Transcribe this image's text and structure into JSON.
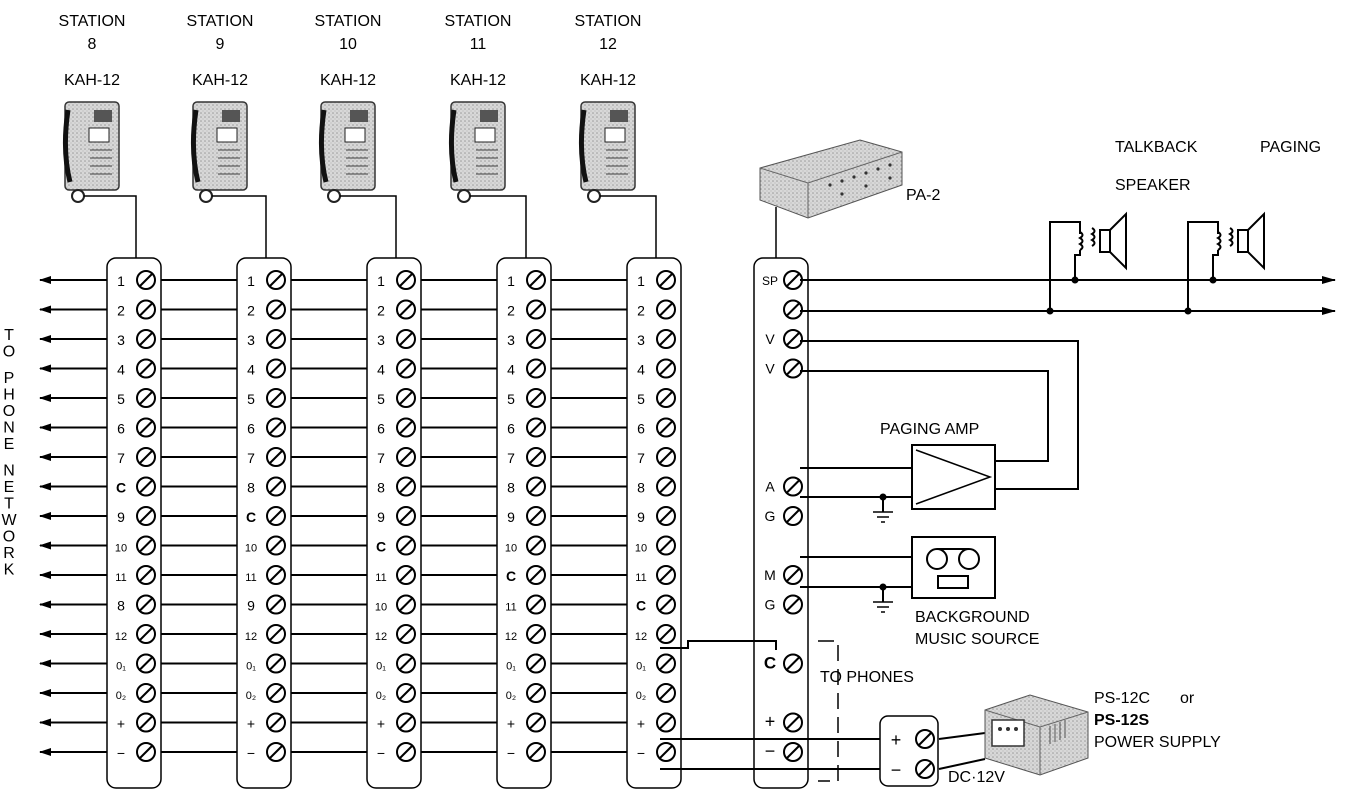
{
  "stations": [
    {
      "title": "STATION",
      "number": "8",
      "model": "KAH-12",
      "c_at": 8
    },
    {
      "title": "STATION",
      "number": "9",
      "model": "KAH-12",
      "c_at": 9
    },
    {
      "title": "STATION",
      "number": "10",
      "model": "KAH-12",
      "c_at": 10
    },
    {
      "title": "STATION",
      "number": "11",
      "model": "KAH-12",
      "c_at": 11
    },
    {
      "title": "STATION",
      "number": "12",
      "model": "KAH-12",
      "c_at": 12
    }
  ],
  "terminal_labels": [
    [
      "1",
      "2",
      "3",
      "4",
      "5",
      "6",
      "7",
      "C",
      "9",
      "10",
      "11",
      "8",
      "12",
      "0₁",
      "0₂",
      "+",
      "−"
    ],
    [
      "1",
      "2",
      "3",
      "4",
      "5",
      "6",
      "7",
      "8",
      "C",
      "10",
      "11",
      "9",
      "12",
      "0₁",
      "0₂",
      "+",
      "−"
    ],
    [
      "1",
      "2",
      "3",
      "4",
      "5",
      "6",
      "7",
      "8",
      "9",
      "C",
      "11",
      "10",
      "12",
      "0₁",
      "0₂",
      "+",
      "−"
    ],
    [
      "1",
      "2",
      "3",
      "4",
      "5",
      "6",
      "7",
      "8",
      "9",
      "10",
      "C",
      "11",
      "12",
      "0₁",
      "0₂",
      "+",
      "−"
    ],
    [
      "1",
      "2",
      "3",
      "4",
      "5",
      "6",
      "7",
      "8",
      "9",
      "10",
      "11",
      "C",
      "12",
      "0₁",
      "0₂",
      "+",
      "−"
    ]
  ],
  "side_label": "TO PHONE NETWORK",
  "pa_unit": {
    "name": "PA-2",
    "terminals": [
      "SP",
      "",
      "V",
      "V",
      "",
      "",
      "",
      "A",
      "G",
      "",
      "M",
      "G",
      "",
      "C",
      "",
      "+",
      "−"
    ]
  },
  "talkback": {
    "line1": "TALKBACK",
    "line2": "PAGING",
    "line3": "SPEAKER"
  },
  "paging_amp": "PAGING AMP",
  "music": {
    "line1": "BACKGROUND",
    "line2": "MUSIC SOURCE"
  },
  "to_phones": "TO PHONES",
  "power": {
    "model1": "PS-12C",
    "or": "or",
    "model2": "PS-12S",
    "label": "POWER SUPPLY",
    "dc": "DC·12V"
  }
}
